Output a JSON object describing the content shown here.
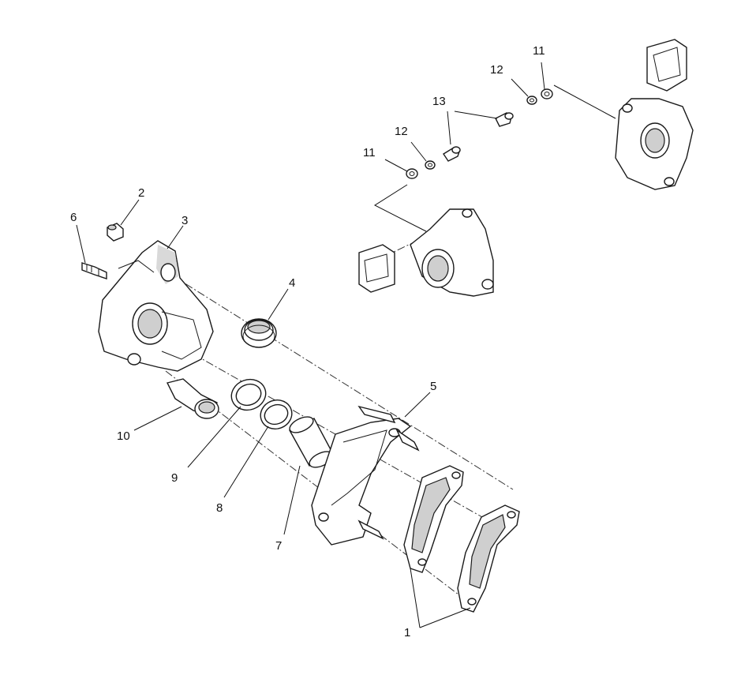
{
  "callouts": {
    "c1": "1",
    "c2": "2",
    "c3": "3",
    "c4": "4",
    "c5": "5",
    "c6": "6",
    "c7": "7",
    "c8": "8",
    "c9": "9",
    "c10": "10",
    "c11a": "11",
    "c12a": "12",
    "c13": "13",
    "c11b": "11",
    "c12b": "12"
  }
}
